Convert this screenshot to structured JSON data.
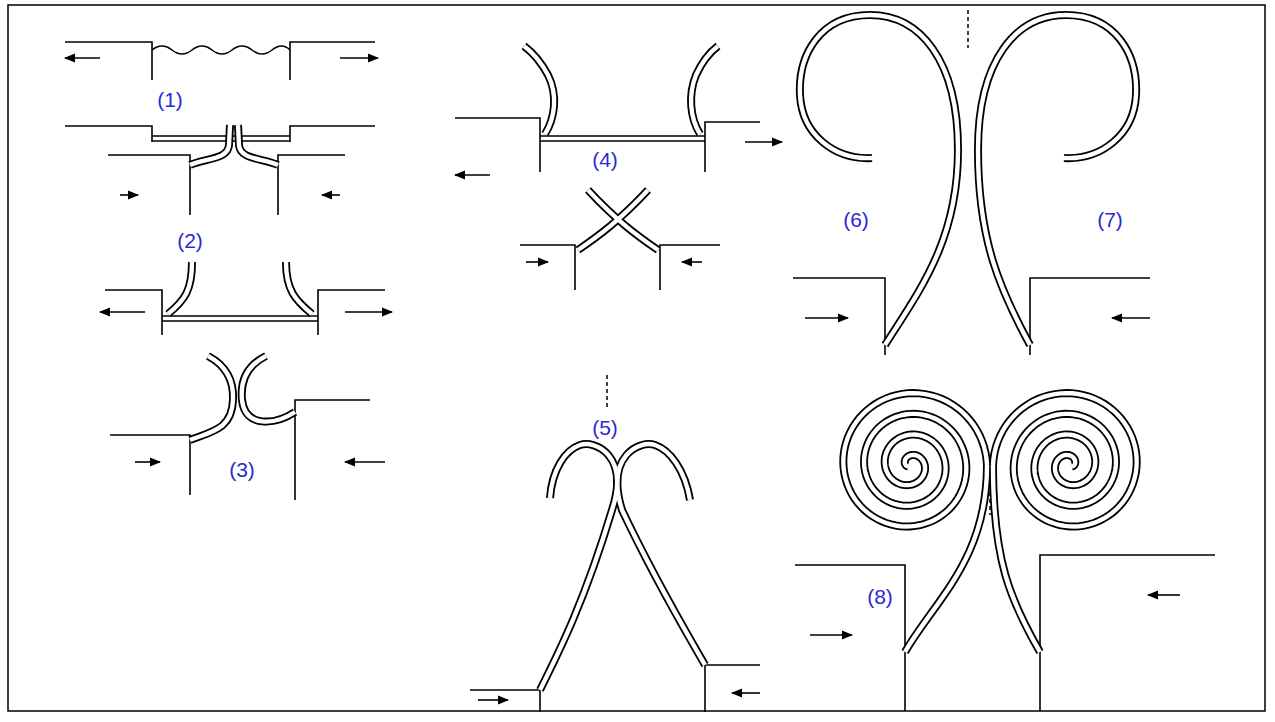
{
  "diagram": {
    "labels": [
      "(1)",
      "(2)",
      "(3)",
      "(4)",
      "(5)",
      "(6)",
      "(7)",
      "(8)"
    ]
  }
}
